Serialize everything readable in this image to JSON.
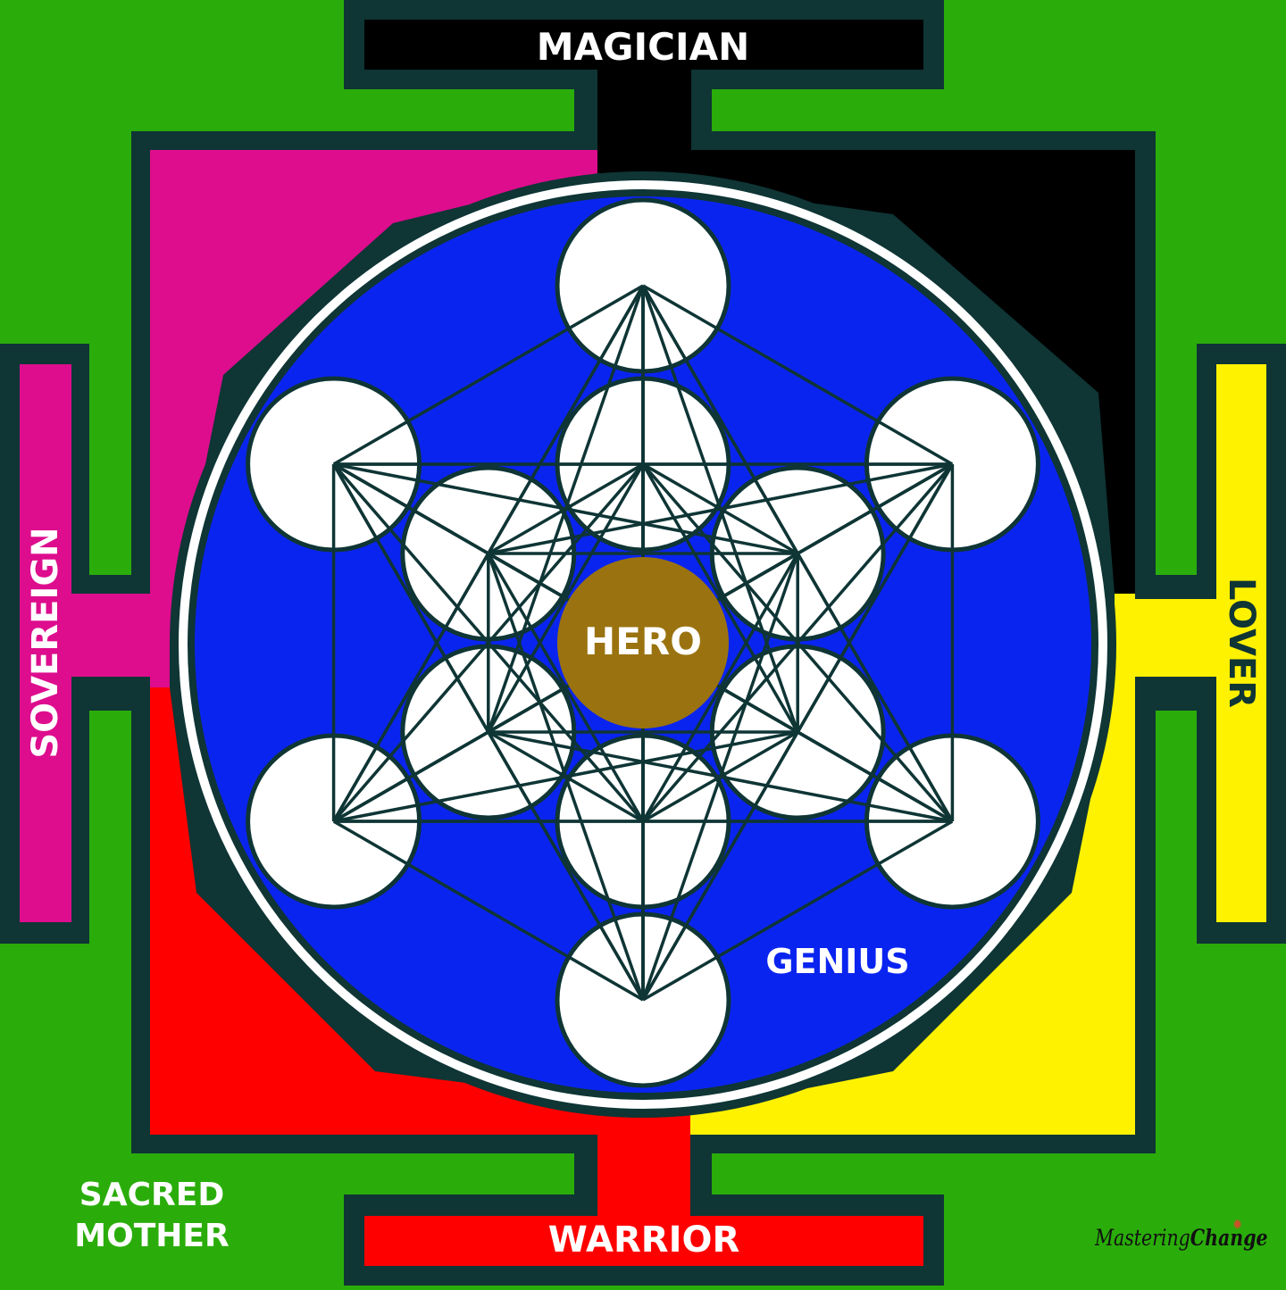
{
  "labels": {
    "top": "MAGICIAN",
    "left": "SOVEREIGN",
    "right": "LOVER",
    "bottom": "WARRIOR",
    "center": "HERO",
    "inner": "GENIUS",
    "corner_line1": "SACRED",
    "corner_line2": "MOTHER"
  },
  "watermark": {
    "first": "Mastering",
    "second": "Change"
  },
  "colors": {
    "background": "#2aad0a",
    "outline": "#0f3535",
    "magician": "#000000",
    "sovereign": "#dd0d8e",
    "lover": "#fff200",
    "warrior": "#ff0000",
    "circle": "#0a24f0",
    "hero": "#9a7310",
    "node": "#ffffff"
  },
  "symbols": {
    "circle": "metatrons-cube"
  }
}
